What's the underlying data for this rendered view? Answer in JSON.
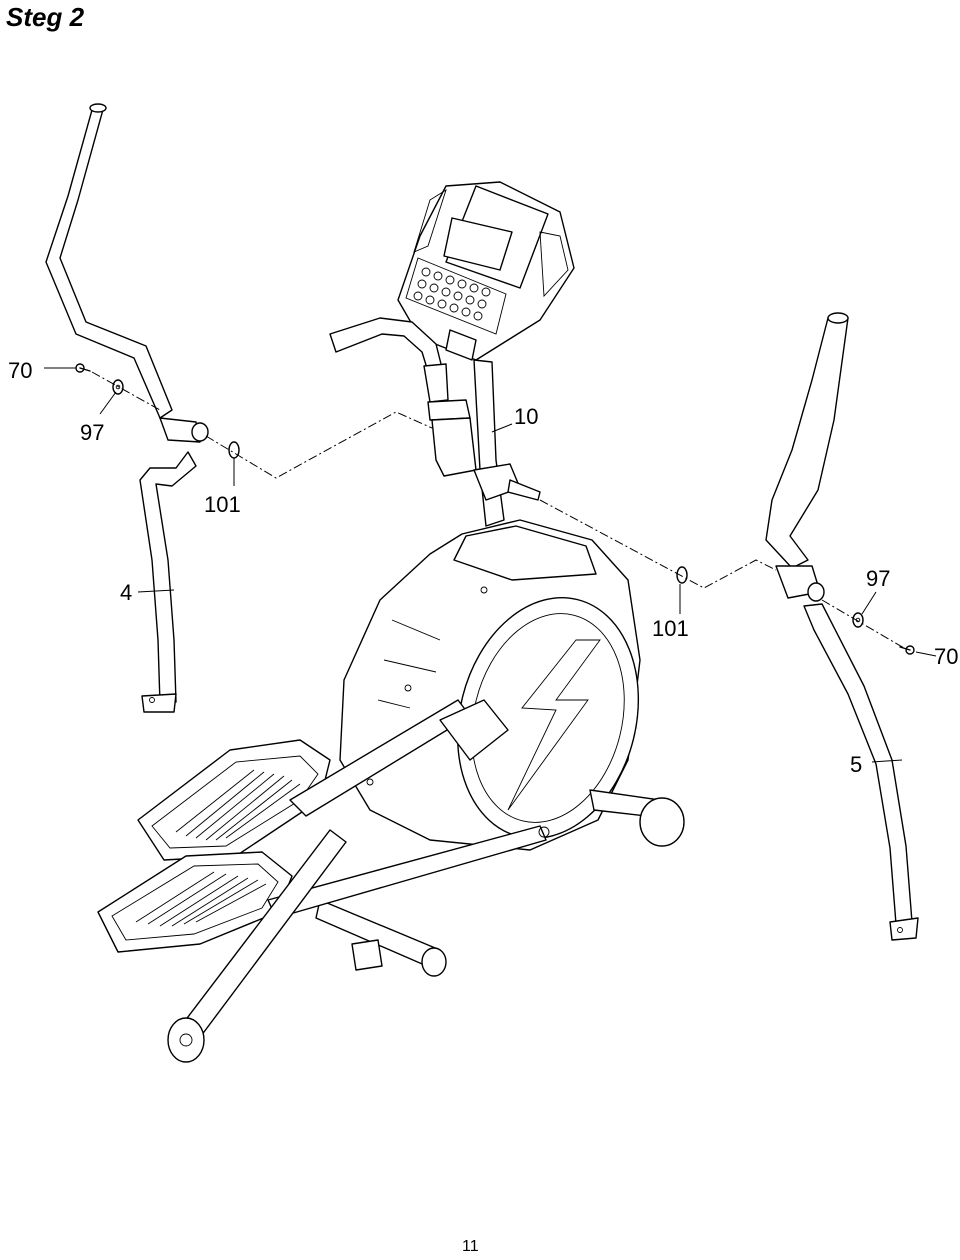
{
  "header": {
    "title": "Steg 2"
  },
  "footer": {
    "page_number": "11"
  },
  "callouts": [
    {
      "id": "bolt-left",
      "text": "70"
    },
    {
      "id": "washer-left",
      "text": "97"
    },
    {
      "id": "clip-left",
      "text": "101"
    },
    {
      "id": "upright",
      "text": "10"
    },
    {
      "id": "arm-left",
      "text": "4"
    },
    {
      "id": "washer-right",
      "text": "97"
    },
    {
      "id": "clip-right",
      "text": "101"
    },
    {
      "id": "bolt-right",
      "text": "70"
    },
    {
      "id": "arm-right",
      "text": "5"
    }
  ]
}
